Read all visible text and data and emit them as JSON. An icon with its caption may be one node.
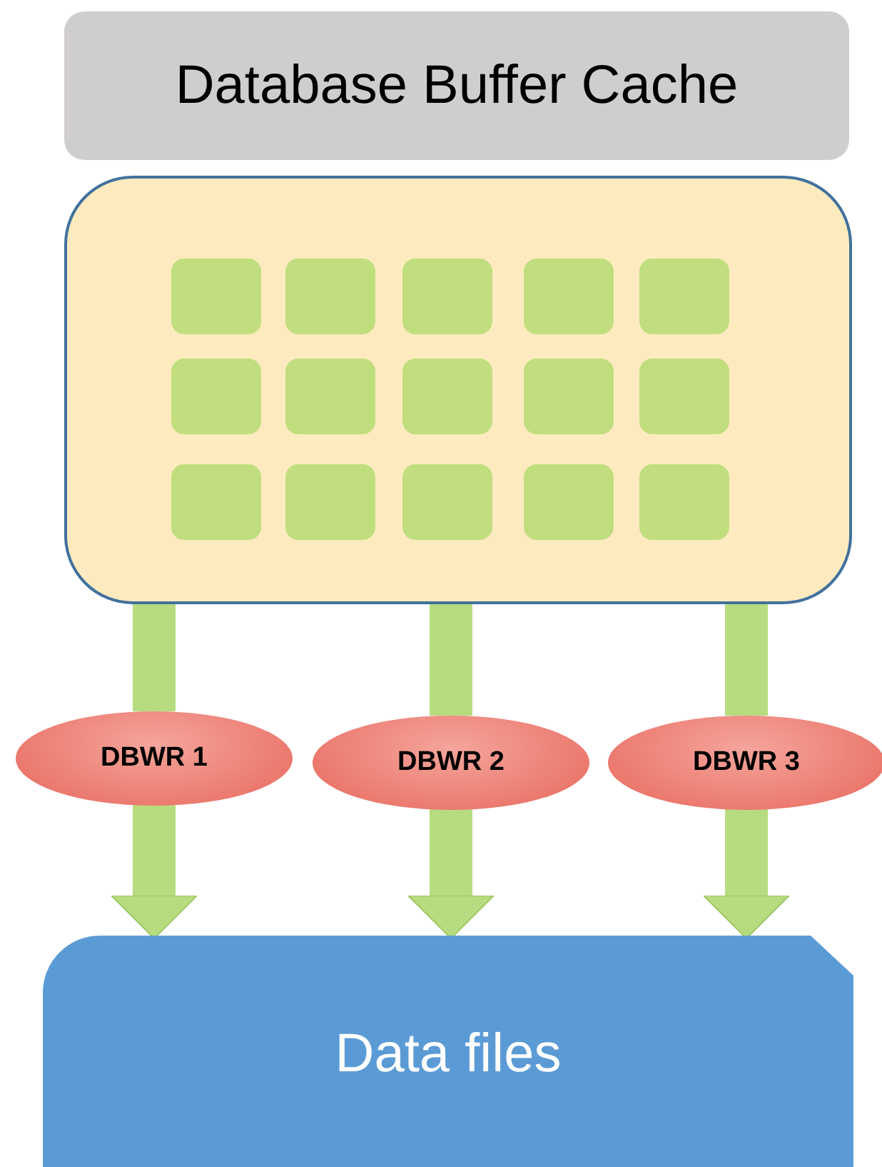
{
  "diagram": {
    "nodes": [
      {
        "text": [
          "Database Buffer Cache"
        ]
      },
      {
        "text": [],
        "shape": "box"
      },
      {
        "text": [],
        "shape": "box",
        "in": 1
      },
      {
        "text": [],
        "shape": "box",
        "in": 1
      },
      {
        "text": [],
        "shape": "box",
        "in": 1
      },
      {
        "text": [],
        "shape": "box",
        "in": 1
      },
      {
        "text": [],
        "shape": "box",
        "in": 1
      },
      {
        "text": [],
        "shape": "box",
        "in": 1
      },
      {
        "text": [],
        "shape": "box",
        "in": 1
      },
      {
        "text": [],
        "shape": "box",
        "in": 1
      },
      {
        "text": [],
        "shape": "box",
        "in": 1
      },
      {
        "text": [],
        "shape": "box",
        "in": 1
      },
      {
        "text": [],
        "shape": "box",
        "in": 1
      },
      {
        "text": [],
        "shape": "box",
        "in": 1
      },
      {
        "text": [],
        "shape": "box",
        "in": 1
      },
      {
        "text": [],
        "shape": "box",
        "in": 1
      },
      {
        "text": [],
        "shape": "box",
        "in": 1
      },
      {
        "text": [
          "DBWR 1"
        ]
      },
      {
        "text": [
          "DBWR 2"
        ]
      },
      {
        "text": [
          "DBWR 3"
        ]
      },
      {
        "text": [
          "Data files"
        ]
      }
    ],
    "edges": [
      {
        "from": 1,
        "to": 17,
        "arrow": "none"
      },
      {
        "from": 17,
        "to": 20,
        "arrow": "to"
      },
      {
        "from": 1,
        "to": 18,
        "arrow": "none"
      },
      {
        "from": 18,
        "to": 20,
        "arrow": "to"
      },
      {
        "from": 1,
        "to": 19,
        "arrow": "none"
      },
      {
        "from": 19,
        "to": 20,
        "arrow": "to"
      }
    ]
  }
}
